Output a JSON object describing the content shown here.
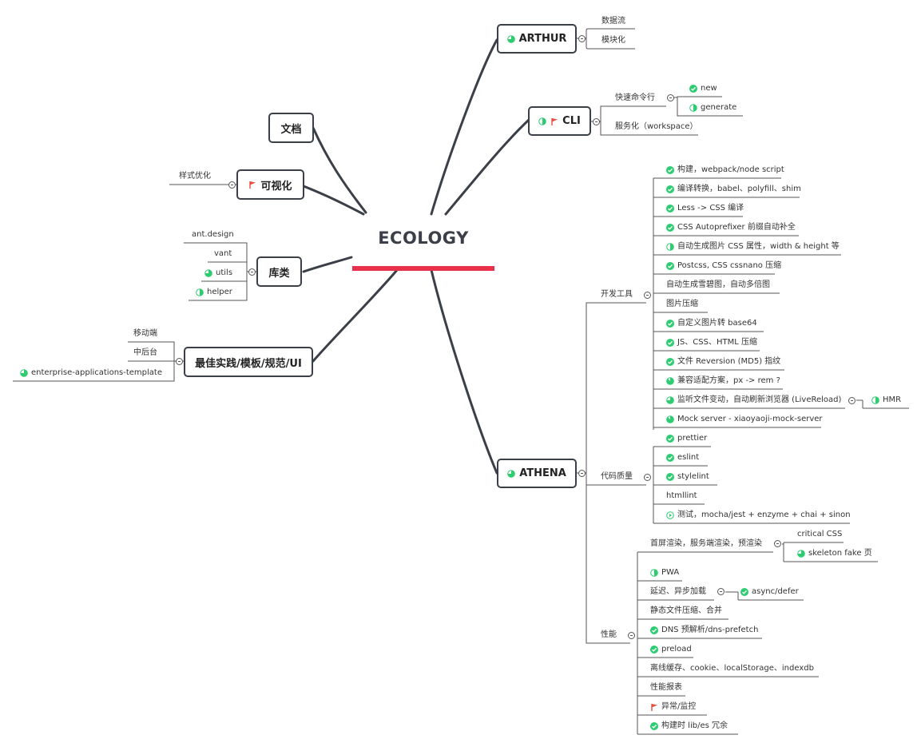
{
  "root": {
    "title": "ECOLOGY",
    "accent_color": "#e8304a"
  },
  "colors": {
    "line": "#3a3f48",
    "thin_line": "#555555",
    "done": "#2ecc71",
    "flag": "#e74c3c"
  },
  "left": {
    "doc": {
      "label": "文档"
    },
    "viz": {
      "label": "可视化",
      "icon": "flag-icon",
      "child": "样式优化"
    },
    "lib": {
      "label": "库类",
      "children": [
        "ant.design",
        "vant",
        "utils",
        "helper"
      ],
      "child_icons": [
        "",
        "",
        "progress-75-icon",
        "progress-50-icon"
      ]
    },
    "best": {
      "label": "最佳实践/模板/规范/UI",
      "children": [
        "移动端",
        "中后台",
        "enterprise-applications-template"
      ],
      "child_icons": [
        "",
        "",
        "progress-75-icon"
      ]
    }
  },
  "right": {
    "arthur": {
      "label": "ARTHUR",
      "icon": "progress-75-icon",
      "children": [
        "数据流",
        "模块化"
      ]
    },
    "cli": {
      "label": "CLI",
      "icons": [
        "progress-50-icon",
        "flag-icon"
      ],
      "quick": "快速命令行",
      "quick_children": [
        "new",
        "generate"
      ],
      "quick_icons": [
        "check-icon",
        "progress-50-icon"
      ],
      "service": "服务化（workspace）"
    },
    "athena": {
      "label": "ATHENA",
      "icon": "progress-75-icon",
      "devtools": {
        "label": "开发工具",
        "items": [
          "构建，webpack/node script",
          "编译转换，babel、polyfill、shim",
          "Less -> CSS 编译",
          "CSS Autoprefixer 前缀自动补全",
          "自动生成图片 CSS 属性，width & height 等",
          "Postcss, CSS cssnano 压缩",
          "自动生成雪碧图，自动多倍图",
          "图片压缩",
          "自定义图片转 base64",
          "JS、CSS、HTML 压缩",
          "文件 Reversion (MD5) 指纹",
          "兼容适配方案，px -> rem ?",
          "监听文件变动，自动刷新浏览器 (LiveReload)",
          "Mock server - xiaoyaoji-mock-server"
        ],
        "icons": [
          "check-icon",
          "check-icon",
          "check-icon",
          "check-icon",
          "progress-50-icon",
          "check-icon",
          "",
          "",
          "check-icon",
          "check-icon",
          "check-icon",
          "progress-88-icon",
          "progress-75-icon",
          "progress-88-icon"
        ],
        "livereload_child": "HMR",
        "livereload_child_icon": "progress-50-icon"
      },
      "quality": {
        "label": "代码质量",
        "items": [
          "prettier",
          "eslint",
          "stylelint",
          "htmllint",
          "测试，mocha/jest + enzyme + chai + sinon"
        ],
        "icons": [
          "check-icon",
          "check-icon",
          "check-icon",
          "",
          "play-icon"
        ]
      },
      "perf": {
        "label": "性能",
        "first_screen": "首屏渲染，服务端渲染，预渲染",
        "first_children": [
          "critical CSS",
          "skeleton fake 页"
        ],
        "first_child_icons": [
          "",
          "progress-75-icon"
        ],
        "pwa": "PWA",
        "lazy": "延迟、异步加载",
        "lazy_child": "async/defer",
        "items": [
          "静态文件压缩、合并",
          "DNS 预解析/dns-prefetch",
          "preload",
          "离线缓存、cookie、localStorage、indexdb",
          "性能报表",
          "异常/监控",
          "构建时 lib/es 冗余"
        ],
        "item_icons": [
          "",
          "check-icon",
          "check-icon",
          "",
          "",
          "flag-icon",
          "check-icon"
        ]
      }
    }
  }
}
